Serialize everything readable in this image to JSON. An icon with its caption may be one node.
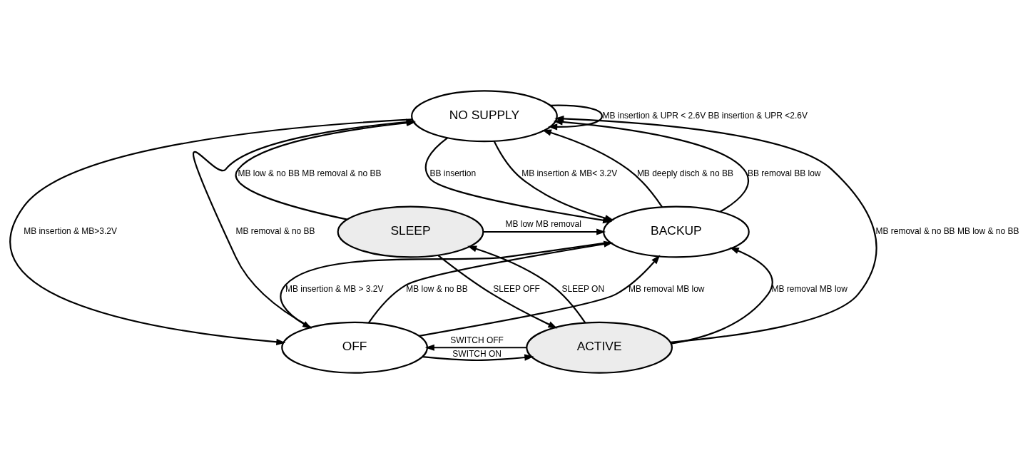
{
  "diagram": {
    "nodes": [
      {
        "text": [
          "NO SUPPLY"
        ]
      },
      {
        "text": [
          "BACKUP"
        ]
      },
      {
        "text": [
          "SLEEP"
        ]
      },
      {
        "text": [
          "OFF"
        ]
      },
      {
        "text": [
          "ACTIVE"
        ]
      }
    ],
    "edges": [
      {
        "from": 0,
        "to": 0,
        "arrow": "to",
        "label": "MB insertion & UPR < 2.6V BB insertion & UPR <2.6V"
      },
      {
        "from": 0,
        "to": 3,
        "arrow": "to",
        "label": "MB insertion & MB>3.2V"
      },
      {
        "from": 3,
        "to": 0,
        "arrow": "to",
        "label": "MB removal & no BB"
      },
      {
        "from": 1,
        "to": 0,
        "arrow": "to",
        "label": "MB deeply disch & no BB"
      },
      {
        "from": 1,
        "to": 0,
        "arrow": "to",
        "label": "BB removal BB low"
      },
      {
        "from": 0,
        "to": 1,
        "arrow": "to",
        "label": "BB insertion"
      },
      {
        "from": 0,
        "to": 1,
        "arrow": "to",
        "label": "MB insertion & MB< 3.2V"
      },
      {
        "from": 3,
        "to": 1,
        "arrow": "to",
        "label": "MB low & no BB"
      },
      {
        "from": 3,
        "to": 1,
        "arrow": "to",
        "label": "MB removal MB low"
      },
      {
        "from": 1,
        "to": 3,
        "arrow": "to",
        "label": "MB insertion & MB > 3.2V"
      },
      {
        "from": 2,
        "to": 0,
        "arrow": "to",
        "label": "MB low & no BB MB removal & no BB"
      },
      {
        "from": 4,
        "to": 0,
        "arrow": "to",
        "label": "MB removal & no BB MB low & no BB"
      },
      {
        "from": 2,
        "to": 1,
        "arrow": "to",
        "label": "MB low MB removal"
      },
      {
        "from": 4,
        "to": 1,
        "arrow": "to",
        "label": "MB removal MB low"
      },
      {
        "from": 4,
        "to": 2,
        "arrow": "to",
        "label": "SLEEP ON"
      },
      {
        "from": 2,
        "to": 4,
        "arrow": "to",
        "label": "SLEEP OFF"
      },
      {
        "from": 3,
        "to": 4,
        "arrow": "to",
        "label": "SWITCH ON"
      },
      {
        "from": 4,
        "to": 3,
        "arrow": "to",
        "label": "SWITCH OFF"
      }
    ]
  }
}
